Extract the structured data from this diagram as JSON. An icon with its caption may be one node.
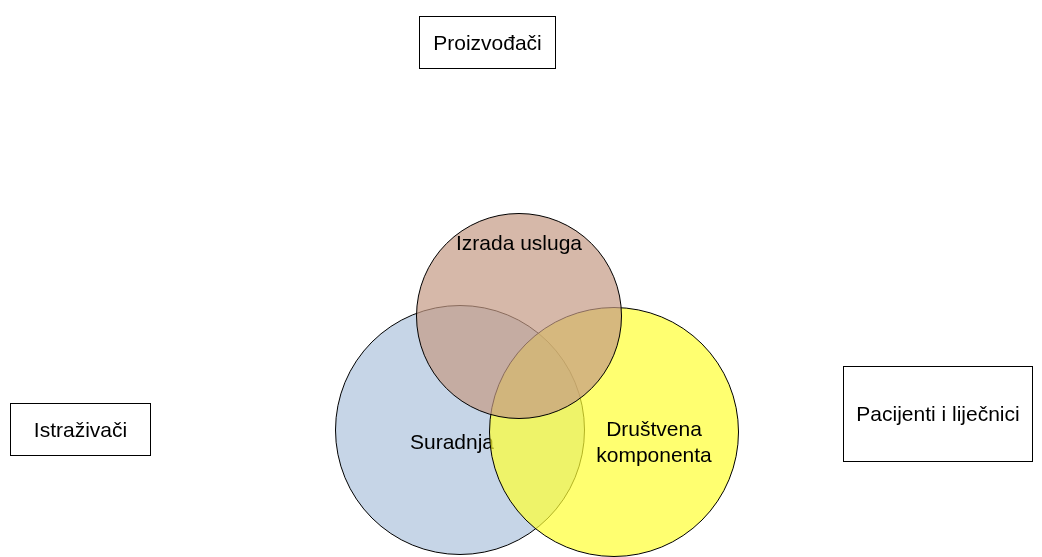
{
  "diagram": {
    "nodes": [
      {
        "text": [
          "Proizvođači"
        ]
      },
      {
        "text": [
          "Izrada usluga"
        ]
      },
      {
        "text": [
          "Istraživači"
        ]
      },
      {
        "text": [
          "Suradnja"
        ]
      },
      {
        "text": [
          "Društvena komponenta"
        ]
      },
      {
        "text": [
          "Pacijenti i liječnici"
        ]
      }
    ],
    "edges": []
  }
}
